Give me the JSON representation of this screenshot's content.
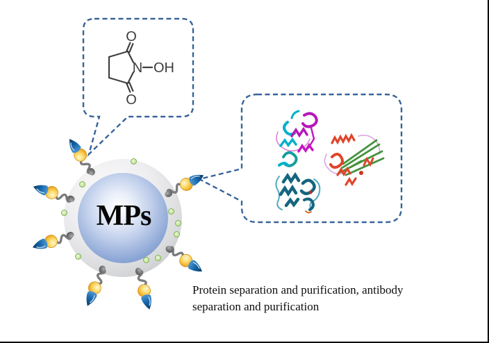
{
  "figure": {
    "type": "scientific-schematic",
    "frame_color": "#000000",
    "background": "#ffffff"
  },
  "particle": {
    "label": "MPs",
    "core_color": "#6080ba",
    "shell_color": "#d8d9db",
    "surface_dot_color": "#b3d983",
    "arm_color": "#7c7c7c",
    "bead_color": "#f3b62e",
    "cone_color": "#12579b",
    "arm_count": 7,
    "surface_dot_count": 9
  },
  "molecule_callout": {
    "name": "nhs-molecule",
    "border_color": "#38639b",
    "atoms": {
      "oxygen_top": "O",
      "oxygen_bottom": "O",
      "nitrogen": "N",
      "hydroxyl": "OH"
    }
  },
  "protein_callout": {
    "name": "protein-structures",
    "border_color": "#38639b",
    "proteins": [
      {
        "name": "magenta-cyan-protein",
        "colors": [
          "#c518c1",
          "#00b1cc",
          "#159e9e"
        ]
      },
      {
        "name": "orange-green-protein",
        "colors": [
          "#e0452a",
          "#44923c",
          "#dba6e2"
        ]
      },
      {
        "name": "teal-protein",
        "colors": [
          "#15657f",
          "#53aabf"
        ]
      }
    ]
  },
  "caption": {
    "line1": "Protein separation and purification, antibody",
    "line2": "separation and purification"
  }
}
